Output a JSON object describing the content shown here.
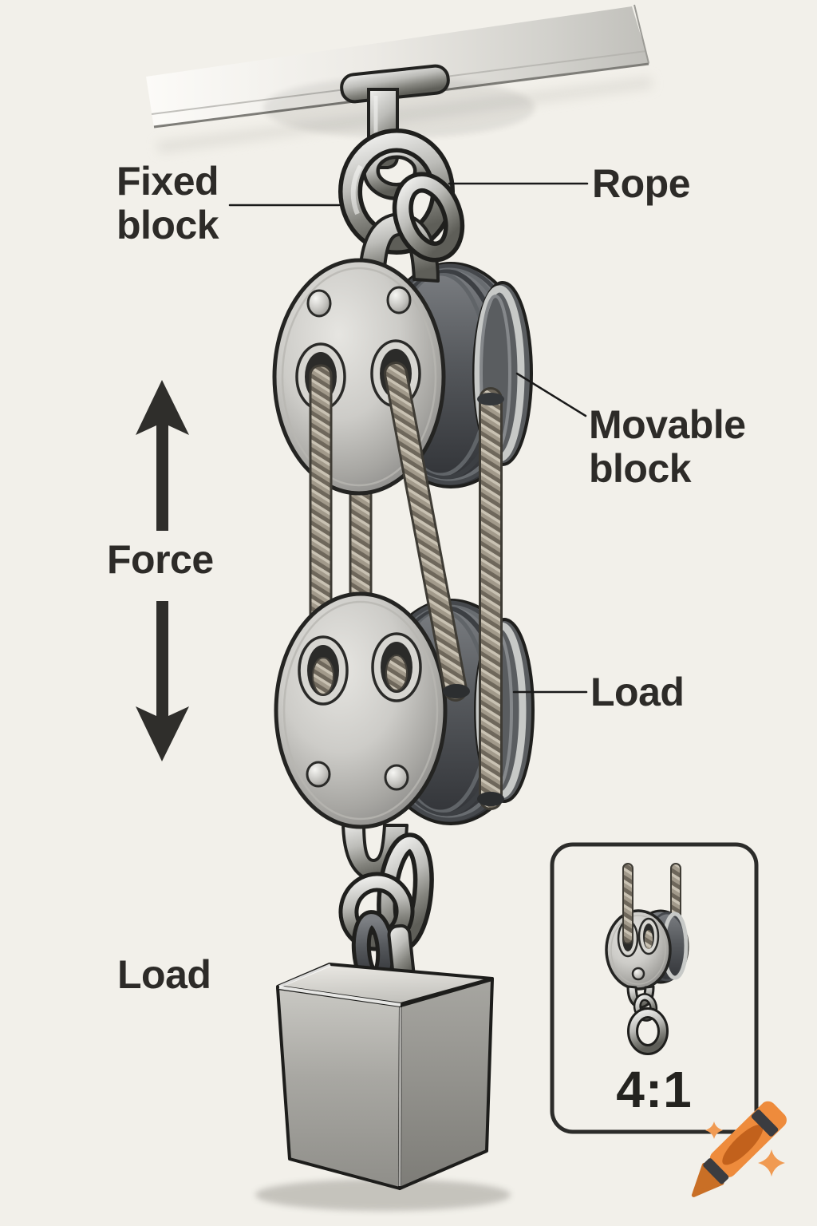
{
  "diagram": {
    "labels": {
      "fixed_block": "Fixed block",
      "rope": "Rope",
      "movable_block": "Movable block",
      "force": "Force",
      "load_pulley": "Load",
      "load_weight": "Load"
    },
    "inset": {
      "mechanical_advantage": "4:1"
    },
    "icons": {
      "force_up_arrow": "up-arrow-icon",
      "force_down_arrow": "down-arrow-icon",
      "watermark_crayon": "crayon-icon",
      "watermark_sparkles": "sparkle-icon"
    },
    "colors": {
      "background": "#f2f0ea",
      "label_text": "#2d2b28",
      "leader_line": "#1a1a1a",
      "inset_border": "#2c2c2a",
      "crayon_orange": "#ee8b3c",
      "crayon_tip": "#c96f26",
      "crayon_band": "#3b3c40",
      "crayon_label": "#c2611c",
      "sparkle_orange": "#f09a52"
    }
  }
}
